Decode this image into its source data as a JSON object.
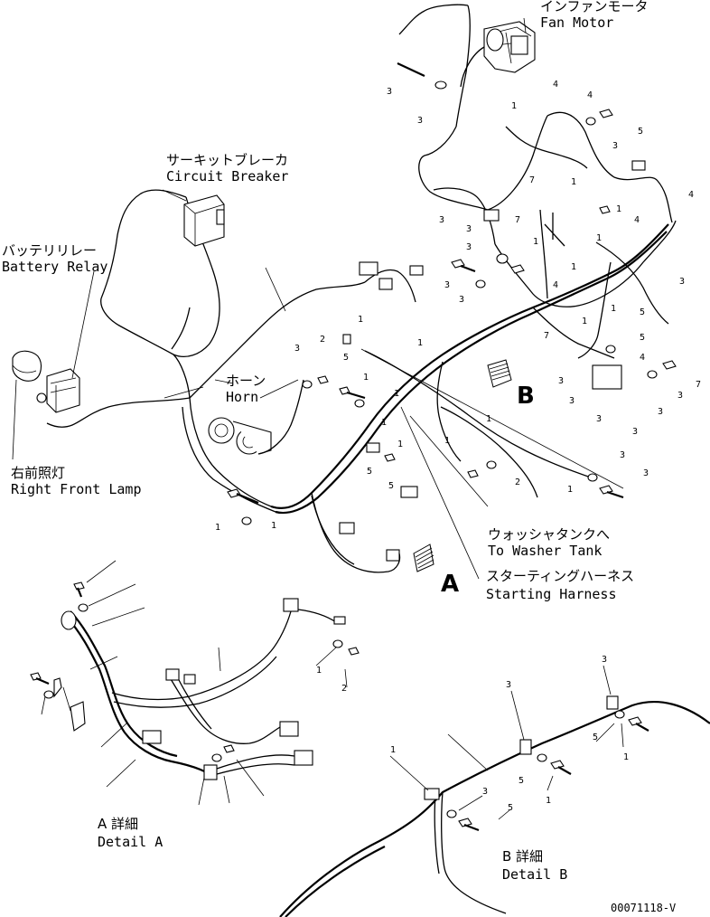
{
  "labels": {
    "fan_motor_jp": "インファンモータ",
    "fan_motor_en": "Fan Motor",
    "circuit_breaker_jp": "サーキットブレーカ",
    "circuit_breaker_en": "Circuit Breaker",
    "battery_relay_jp": "バッテリリレー",
    "battery_relay_en": "Battery Relay",
    "horn_jp": "ホーン",
    "horn_en": "Horn",
    "right_front_lamp_jp": "右前照灯",
    "right_front_lamp_en": "Right Front Lamp",
    "washer_tank_jp": "ウォッシャタンクへ",
    "washer_tank_en": "To  Washer Tank",
    "starting_harness_jp": "スターティングハーネス",
    "starting_harness_en": "Starting Harness",
    "detail_a_jp": "A 詳細",
    "detail_a_en": "Detail A",
    "detail_b_jp": "B 詳細",
    "detail_b_en": "Detail B"
  },
  "view_markers": {
    "a": "A",
    "b": "B"
  },
  "drawing_code": "00071118-V",
  "callouts": {
    "c1": "1",
    "c2": "2",
    "c3": "3",
    "c4": "4",
    "c5": "5",
    "c7": "7"
  }
}
